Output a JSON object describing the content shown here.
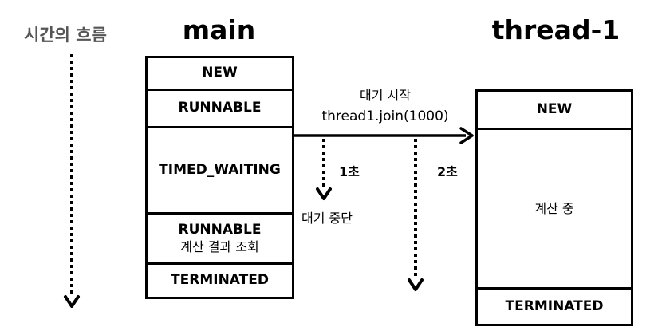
{
  "time_label": "시간의 흐름",
  "main": {
    "title": "main",
    "states": [
      {
        "label": "NEW",
        "sub": ""
      },
      {
        "label": "RUNNABLE",
        "sub": ""
      },
      {
        "label": "TIMED_WAITING",
        "sub": ""
      },
      {
        "label": "RUNNABLE",
        "sub": "계산 결과 조회"
      },
      {
        "label": "TERMINATED",
        "sub": ""
      }
    ]
  },
  "thread1": {
    "title": "thread-1",
    "states": [
      {
        "label": "NEW"
      },
      {
        "label": "계산 중"
      },
      {
        "label": "TERMINATED"
      }
    ]
  },
  "annotations": {
    "wait_start": "대기 시작",
    "join_call": "thread1.join(1000)",
    "sec1": "1초",
    "sec2": "2초",
    "wait_stop": "대기 중단"
  },
  "colors": {
    "line": "#000000",
    "time_label": "#555555",
    "background": "#ffffff"
  }
}
